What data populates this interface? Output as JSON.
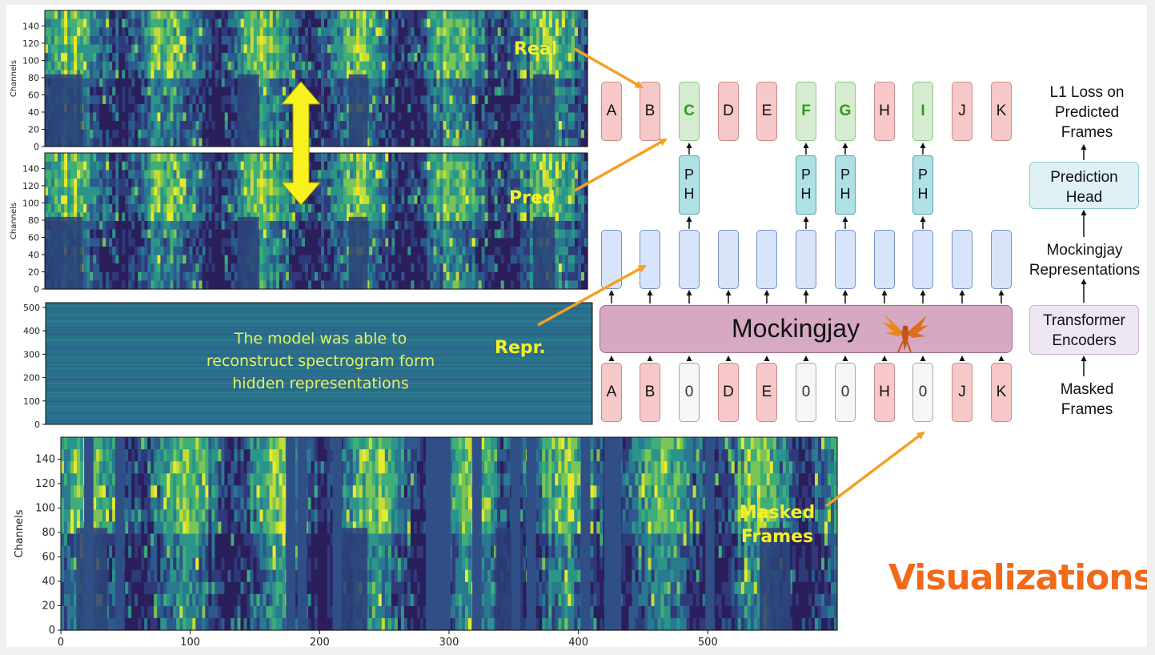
{
  "panels": {
    "real": {
      "ylabel": "Channels",
      "yticks": [
        "0",
        "20",
        "40",
        "60",
        "80",
        "100",
        "120",
        "140"
      ]
    },
    "pred": {
      "ylabel": "Channels",
      "yticks": [
        "0",
        "20",
        "40",
        "60",
        "80",
        "100",
        "120",
        "140"
      ]
    },
    "repr": {
      "yticks": [
        "0",
        "100",
        "200",
        "300",
        "400",
        "500"
      ]
    },
    "masked": {
      "ylabel": "Channels",
      "yticks": [
        "0",
        "20",
        "40",
        "60",
        "80",
        "100",
        "120",
        "140"
      ],
      "xticks": [
        "0",
        "100",
        "200",
        "300",
        "400",
        "500"
      ]
    }
  },
  "callouts": {
    "real": "Real",
    "pred": "Pred",
    "repr": "Repr.",
    "masked_line1": "Masked",
    "masked_line2": "Frames"
  },
  "note": {
    "line1": "The model was able to",
    "line2": "reconstruct spectrogram form",
    "line3": "hidden representations"
  },
  "diagram": {
    "output_frames": [
      {
        "label": "A",
        "state": "plain"
      },
      {
        "label": "B",
        "state": "plain"
      },
      {
        "label": "C",
        "state": "predicted"
      },
      {
        "label": "D",
        "state": "plain"
      },
      {
        "label": "E",
        "state": "plain"
      },
      {
        "label": "F",
        "state": "predicted"
      },
      {
        "label": "G",
        "state": "predicted"
      },
      {
        "label": "H",
        "state": "plain"
      },
      {
        "label": "I",
        "state": "predicted"
      },
      {
        "label": "J",
        "state": "plain"
      },
      {
        "label": "K",
        "state": "plain"
      }
    ],
    "input_frames": [
      {
        "label": "A",
        "state": "plain"
      },
      {
        "label": "B",
        "state": "plain"
      },
      {
        "label": "0",
        "state": "masked"
      },
      {
        "label": "D",
        "state": "plain"
      },
      {
        "label": "E",
        "state": "plain"
      },
      {
        "label": "0",
        "state": "masked"
      },
      {
        "label": "0",
        "state": "masked"
      },
      {
        "label": "H",
        "state": "plain"
      },
      {
        "label": "0",
        "state": "masked"
      },
      {
        "label": "J",
        "state": "plain"
      },
      {
        "label": "K",
        "state": "plain"
      }
    ],
    "ph_line1": "P",
    "ph_line2": "H",
    "model_name": "Mockingjay",
    "logo_icon": "mockingjay-bird-icon"
  },
  "legend": {
    "loss_line1": "L1 Loss on",
    "loss_line2": "Predicted",
    "loss_line3": "Frames",
    "head_line1": "Prediction",
    "head_line2": "Head",
    "repr_line1": "Mockingjay",
    "repr_line2": "Representations",
    "enc_line1": "Transformer",
    "enc_line2": "Encoders",
    "masked_line1": "Masked",
    "masked_line2": "Frames"
  },
  "slide_title": "Visualizations",
  "colors": {
    "callout": "#f4f02a",
    "arrow_orange": "#f4a024",
    "title_orange": "#f06a1a",
    "double_arrow": "#f7f21e",
    "frame_red": "#f6c8c8",
    "frame_green": "#d6ecd0",
    "repr_blue": "#d8e4fa",
    "ph_teal": "#aee0e4",
    "encoder_pink": "#d6a8c2"
  }
}
